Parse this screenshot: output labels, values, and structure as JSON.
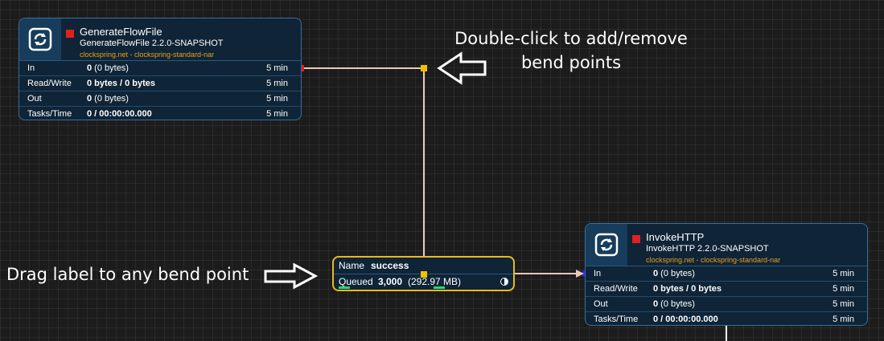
{
  "processors": [
    {
      "name": "GenerateFlowFile",
      "type": "GenerateFlowFile 2.2.0-SNAPSHOT",
      "bundle": "clockspring.net - clockspring-standard-nar",
      "status_color": "#e02020",
      "icon": "processor-icon",
      "stats": [
        {
          "label": "In",
          "value_bold": "0",
          "value_rest": " (0 bytes)",
          "window": "5 min"
        },
        {
          "label": "Read/Write",
          "value_bold": "0 bytes / 0 bytes",
          "value_rest": "",
          "window": "5 min"
        },
        {
          "label": "Out",
          "value_bold": "0",
          "value_rest": " (0 bytes)",
          "window": "5 min"
        },
        {
          "label": "Tasks/Time",
          "value_bold": "0 / 00:00:00.000",
          "value_rest": "",
          "window": "5 min"
        }
      ]
    },
    {
      "name": "InvokeHTTP",
      "type": "InvokeHTTP 2.2.0-SNAPSHOT",
      "bundle": "clockspring.net - clockspring-standard-nar",
      "status_color": "#e02020",
      "icon": "processor-icon",
      "stats": [
        {
          "label": "In",
          "value_bold": "0",
          "value_rest": " (0 bytes)",
          "window": "5 min"
        },
        {
          "label": "Read/Write",
          "value_bold": "0 bytes / 0 bytes",
          "value_rest": "",
          "window": "5 min"
        },
        {
          "label": "Out",
          "value_bold": "0",
          "value_rest": " (0 bytes)",
          "window": "5 min"
        },
        {
          "label": "Tasks/Time",
          "value_bold": "0 / 00:00:00.000",
          "value_rest": "",
          "window": "5 min"
        }
      ]
    }
  ],
  "connection": {
    "name_label": "Name",
    "name_value": "success",
    "queued_label": "Queued",
    "queued_count": "3,000",
    "queued_size": "(292.97 MB)",
    "line_color": "#f0c8b8",
    "label_border_color": "#e8b820",
    "bend_point_color": "#f0c000",
    "source_color": "#e02020",
    "dest_color": "#2020ff",
    "progress_color": "#2ed47a"
  },
  "annotations": {
    "bend_points_line1": "Double-click to add/remove",
    "bend_points_line2": "bend points",
    "drag_label": "Drag label to any bend point"
  }
}
